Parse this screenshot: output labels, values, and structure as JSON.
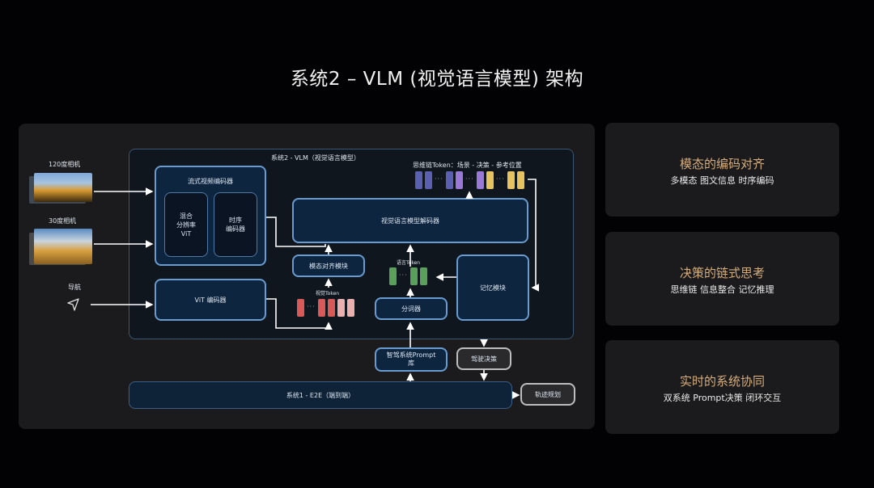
{
  "title": "系统2 – VLM (视觉语言模型) 架构",
  "inputs": {
    "camera_120": "120度相机",
    "camera_30": "30度相机",
    "navigation": "导航"
  },
  "vlm": {
    "frame_label": "系统2 - VLM（视觉语言模型）",
    "stream_encoder": "流式视频编码器",
    "mixed_res_vit": "混合\n分辨率\nViT",
    "temporal_encoder": "时序\n编码器",
    "vit_encoder": "ViT 编码器",
    "cot_tokens_label": "思维链Token：场景 - 决策 - 参考位置",
    "decoder": "视觉语言模型解码器",
    "modality_align": "模态对齐模块",
    "visual_token_label": "视觉Token",
    "language_token_label": "语言Token",
    "tokenizer": "分词器",
    "memory": "记忆模块"
  },
  "bottom": {
    "prompt_lib": "智驾系统Prompt\n库",
    "driving_decision": "驾驶决策",
    "system1": "系统1 - E2E（端到端）",
    "trajectory": "轨迹规划"
  },
  "side_cards": [
    {
      "heading": "模态的编码对齐",
      "sub": "多模态 图文信息 时序编码"
    },
    {
      "heading": "决策的链式思考",
      "sub": "思维链 信息整合 记忆推理"
    },
    {
      "heading": "实时的系统协同",
      "sub": "双系统 Prompt决策  闭环交互"
    }
  ],
  "colors": {
    "accent_gold": "#d7ad7a",
    "box_border": "#6a9bd0",
    "token_purple_dark": "#5a5fb0",
    "token_purple_light": "#9a78d8",
    "token_yellow": "#e6c260",
    "token_green": "#5aa05c",
    "token_red": "#d85a58",
    "token_pink": "#eab0b0"
  }
}
